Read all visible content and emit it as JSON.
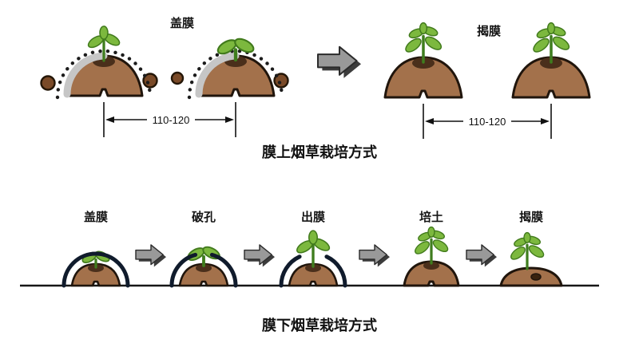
{
  "palette": {
    "soil": "#a3714b",
    "soil_dark_top": "#4a2f1b",
    "clod": "#7a4a28",
    "leaf": "#7cb83e",
    "leaf_edge": "#417a1c",
    "stem": "#3f7d1e",
    "film_dome": "#101b2c",
    "film_gray": "#c6c6c6",
    "flow_arrow_gray": "#999999",
    "ink": "#141414"
  },
  "icons": {
    "flow_arrow": "block-arrow-right",
    "film_dots": "dotted-film-arc"
  },
  "top": {
    "cover_label": "盖膜",
    "remove_label": "揭膜",
    "left_spacing": "110-120",
    "right_spacing": "110-120",
    "title": "膜上烟草栽培方式"
  },
  "bottom": {
    "stages": [
      {
        "label": "盖膜"
      },
      {
        "label": "破孔"
      },
      {
        "label": "出膜"
      },
      {
        "label": "培土"
      },
      {
        "label": "揭膜"
      }
    ],
    "title": "膜下烟草栽培方式"
  }
}
